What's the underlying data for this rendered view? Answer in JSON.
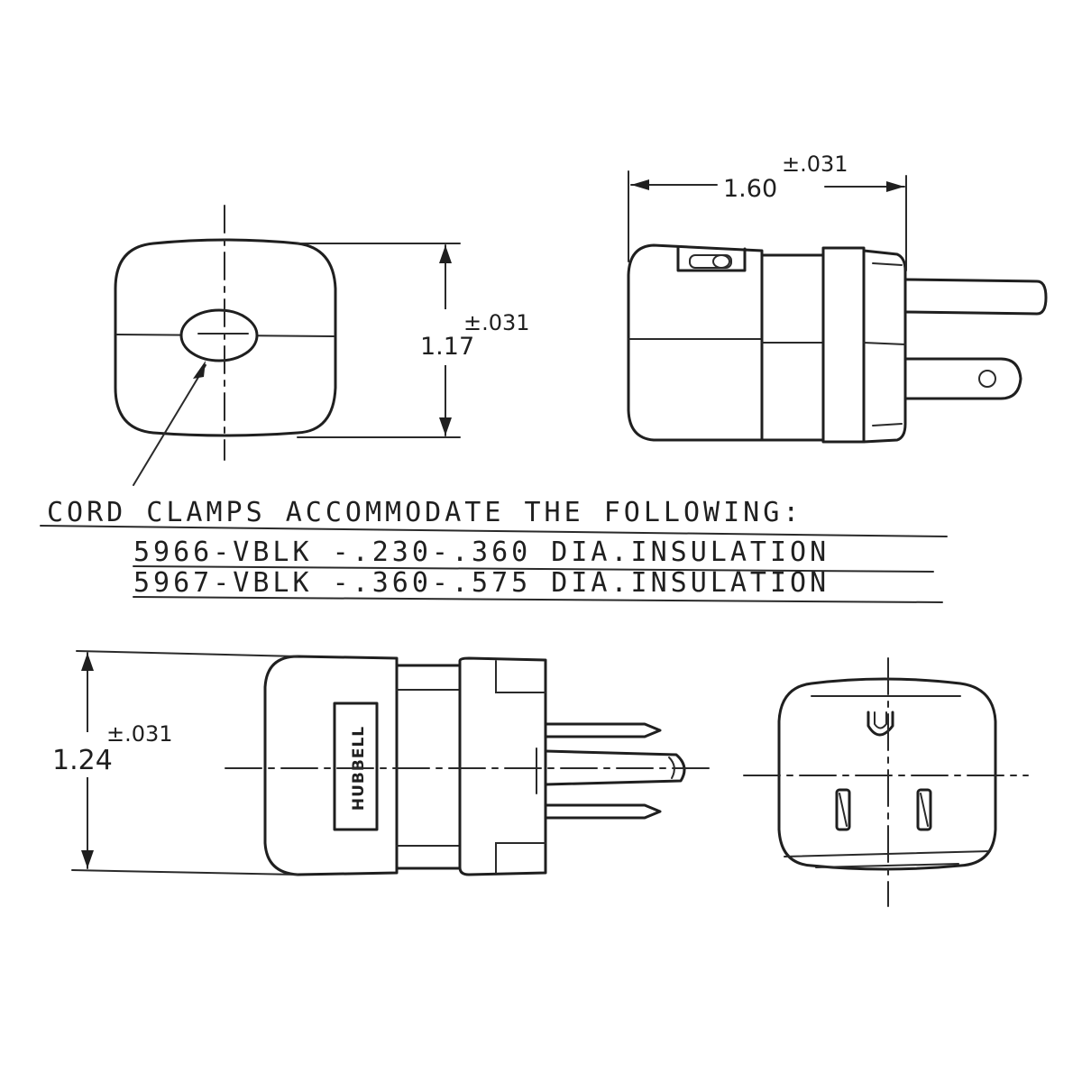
{
  "dimensions": {
    "end_view_height": "1.17",
    "end_view_height_tol": "±.031",
    "side_view_length": "1.60",
    "side_view_length_tol": "±.031",
    "top_view_height": "1.24",
    "top_view_height_tol": "±.031"
  },
  "note": {
    "heading": "CORD CLAMPS ACCOMMODATE THE FOLLOWING:",
    "line1": "5966-VBLK -.230-.360 DIA.INSULATION",
    "line2": "5967-VBLK -.360-.575 DIA.INSULATION"
  },
  "brand_label": "HUBBELL"
}
